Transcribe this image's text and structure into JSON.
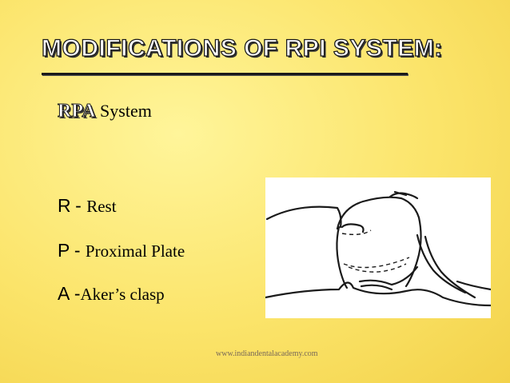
{
  "slide": {
    "title": "MODIFICATIONS OF RPI SYSTEM:",
    "rpa_abbr": "RPA",
    "rpa_rest": "System",
    "definitions": [
      {
        "letter": "R",
        "sep": "- ",
        "text": "Rest"
      },
      {
        "letter": "P",
        "sep": "- ",
        "text": "Proximal Plate"
      },
      {
        "letter": "A",
        "sep": "-",
        "text": "Aker’s clasp"
      }
    ],
    "footer": "www.indiandentalacademy.com"
  }
}
